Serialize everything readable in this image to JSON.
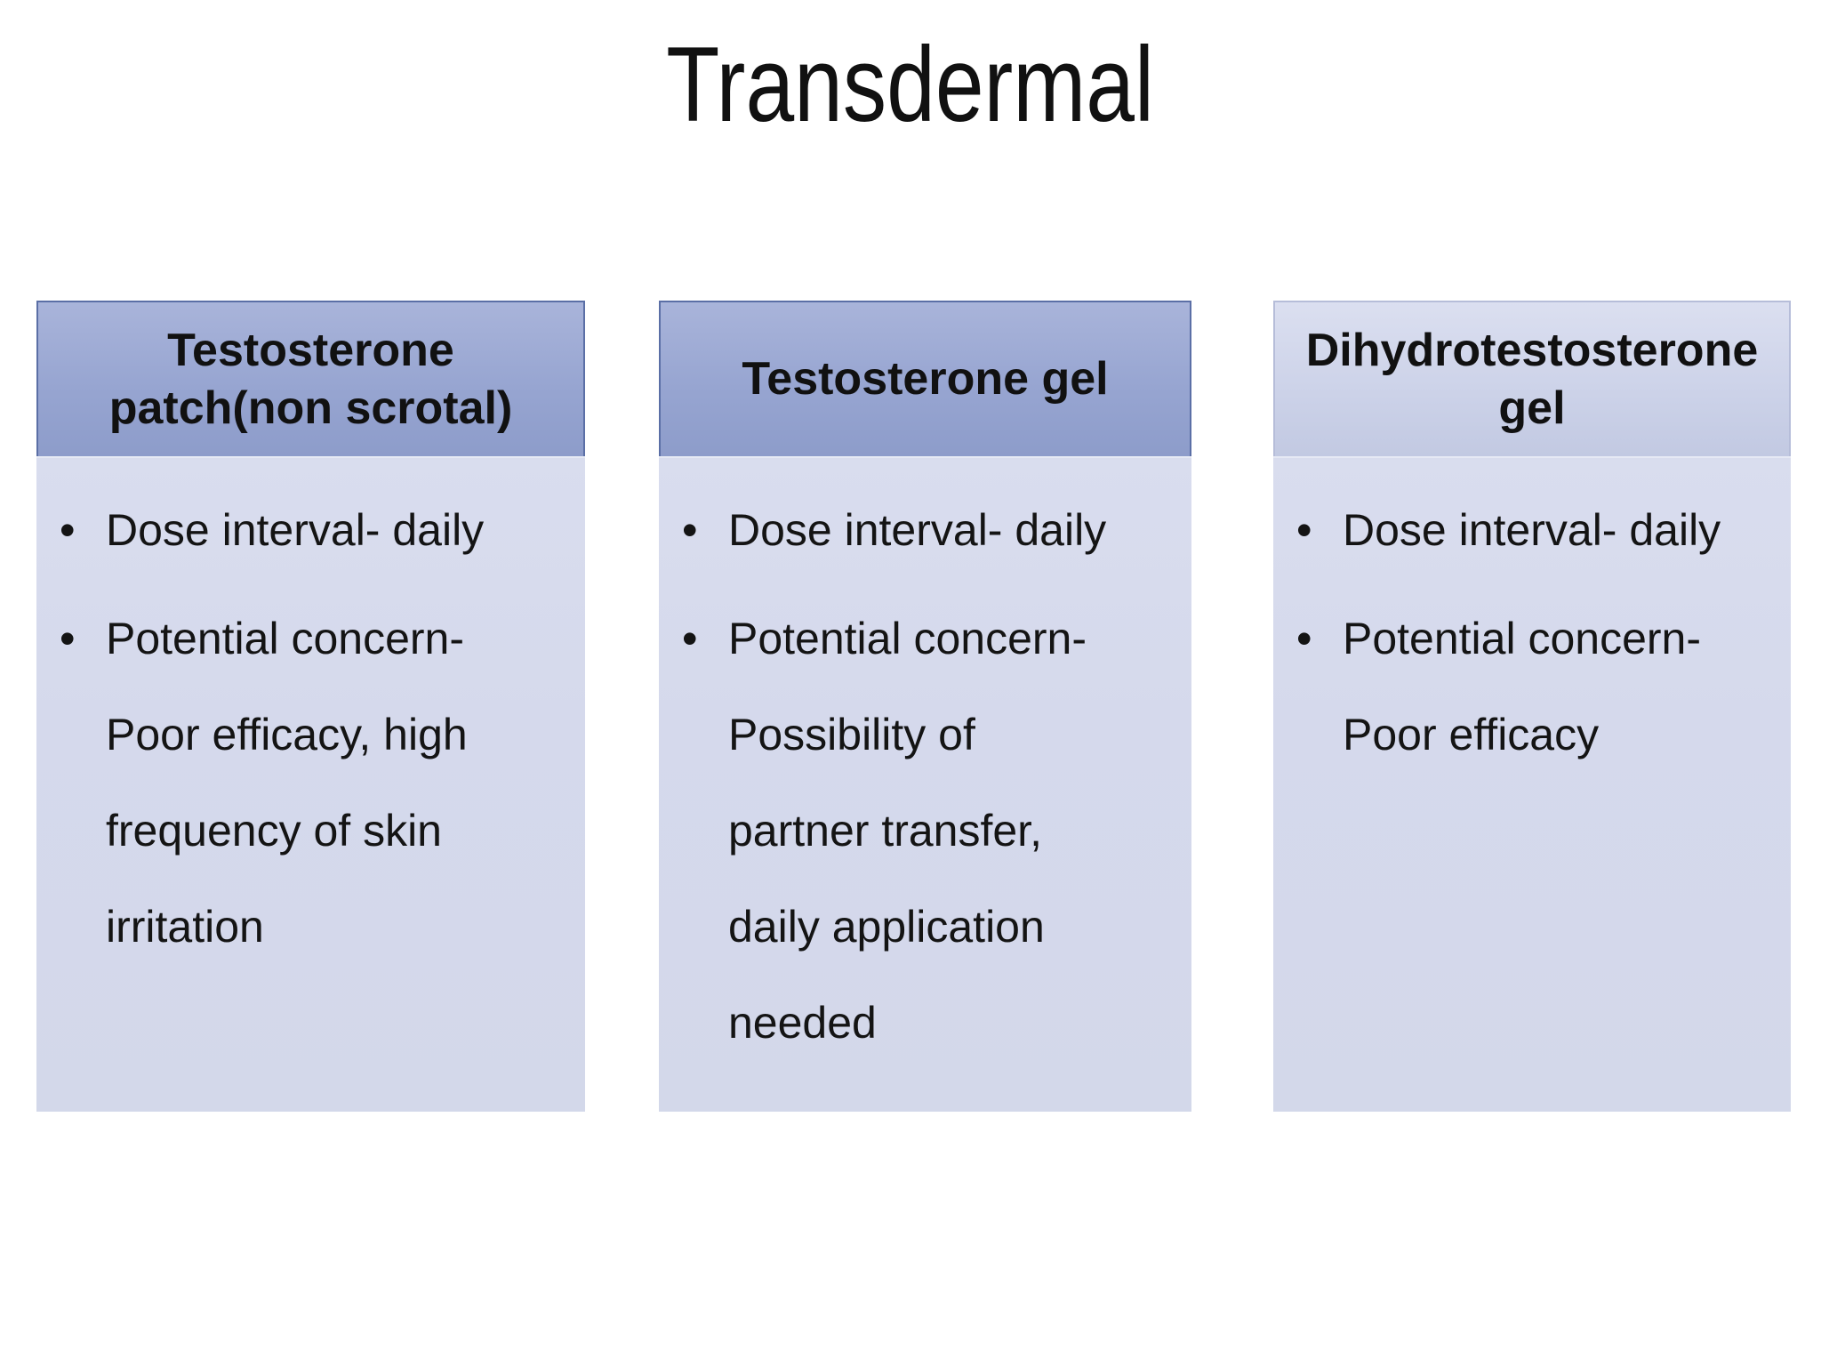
{
  "slide": {
    "title": "Transdermal"
  },
  "bullet_marker": "•",
  "colors": {
    "background": "#ffffff",
    "text": "#141414",
    "header_dark_top": "#a9b4da",
    "header_dark_bottom": "#8d9cca",
    "header_dark_border": "#5b6fa6",
    "header_light_top": "#dbdff0",
    "header_light_bottom": "#c2c9e2",
    "header_light_border": "#b6bdd9",
    "body_fill": "#d6daec"
  },
  "columns": [
    {
      "header_style": "dark",
      "header_lines": [
        "Testosterone",
        "patch(non scrotal)"
      ],
      "bullets": [
        {
          "lines": [
            "Dose interval- daily"
          ]
        },
        {
          "lines": [
            "Potential concern-",
            "Poor efficacy, high",
            "frequency of skin",
            "irritation"
          ]
        }
      ]
    },
    {
      "header_style": "dark",
      "header_lines": [
        "Testosterone gel"
      ],
      "bullets": [
        {
          "lines": [
            "Dose interval- daily"
          ]
        },
        {
          "lines": [
            "Potential concern-",
            "Possibility of",
            "partner transfer,",
            "daily application",
            "needed"
          ]
        }
      ]
    },
    {
      "header_style": "light",
      "header_lines": [
        "Dihydrotestosterone",
        "gel"
      ],
      "bullets": [
        {
          "lines": [
            "Dose interval- daily"
          ]
        },
        {
          "lines": [
            "Potential concern-",
            "Poor efficacy"
          ]
        }
      ]
    }
  ]
}
